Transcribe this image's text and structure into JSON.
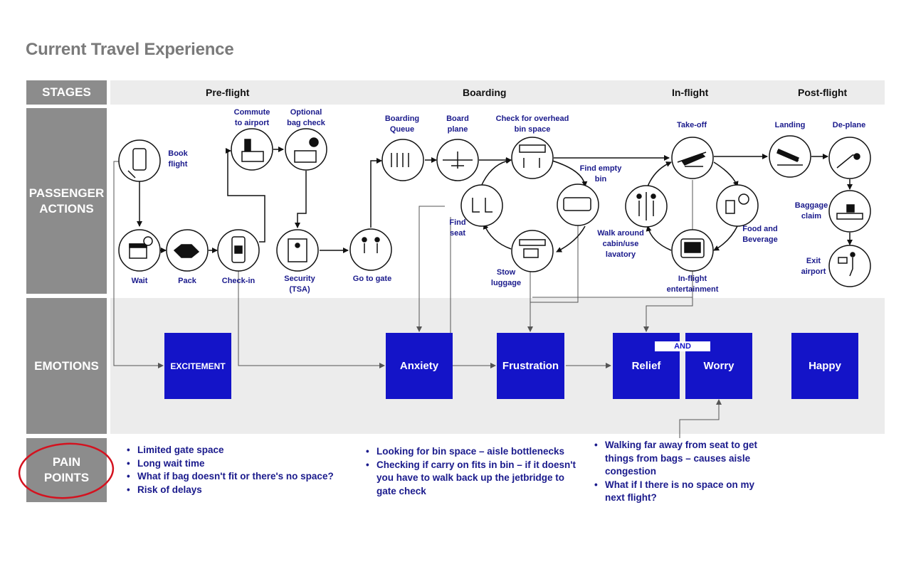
{
  "title": "Current Travel Experience",
  "rows": {
    "stages": "STAGES",
    "passenger_actions": "PASSENGER ACTIONS",
    "emotions": "EMOTIONS",
    "pain_points": "PAIN POINTS"
  },
  "stages": [
    "Pre-flight",
    "Boarding",
    "In-flight",
    "Post-flight"
  ],
  "actions": {
    "book_flight": "Book flight",
    "wait": "Wait",
    "pack": "Pack",
    "check_in": "Check-in",
    "commute": "Commute to airport",
    "optional_bag_check": "Optional bag check",
    "security": "Security (TSA)",
    "go_to_gate": "Go to gate",
    "boarding_queue": "Boarding Queue",
    "board_plane": "Board plane",
    "check_overhead": "Check for overhead bin space",
    "find_empty_bin": "Find empty bin",
    "find_seat": "Find seat",
    "stow_luggage": "Stow luggage",
    "take_off": "Take-off",
    "walk_around": "Walk around cabin/use lavatory",
    "food_beverage": "Food and Beverage",
    "inflight_entertainment": "In-flight entertainment",
    "landing": "Landing",
    "de_plane": "De-plane",
    "baggage_claim": "Baggage claim",
    "exit_airport": "Exit airport"
  },
  "emotions": {
    "excitement": "EXCITEMENT",
    "anxiety": "Anxiety",
    "frustration": "Frustration",
    "relief": "Relief",
    "and": "AND",
    "worry": "Worry",
    "happy": "Happy"
  },
  "pain_points": {
    "preflight": [
      "Limited gate space",
      "Long wait time",
      "What if bag doesn't fit or there's no space?",
      "Risk of delays"
    ],
    "boarding": [
      "Looking for bin space – aisle bottlenecks",
      "Checking if carry on fits in bin – if it doesn't you have to walk back up the jetbridge to gate check"
    ],
    "inflight": [
      "Walking far away from seat to get things from bags – causes aisle congestion",
      "What if I there is no space on my next flight?"
    ]
  },
  "colors": {
    "label_bg": "#8c8c8c",
    "band_bg": "#ececec",
    "emotion": "#1414c8",
    "text_blue": "#1a1a8c",
    "highlight": "#d4121f"
  }
}
